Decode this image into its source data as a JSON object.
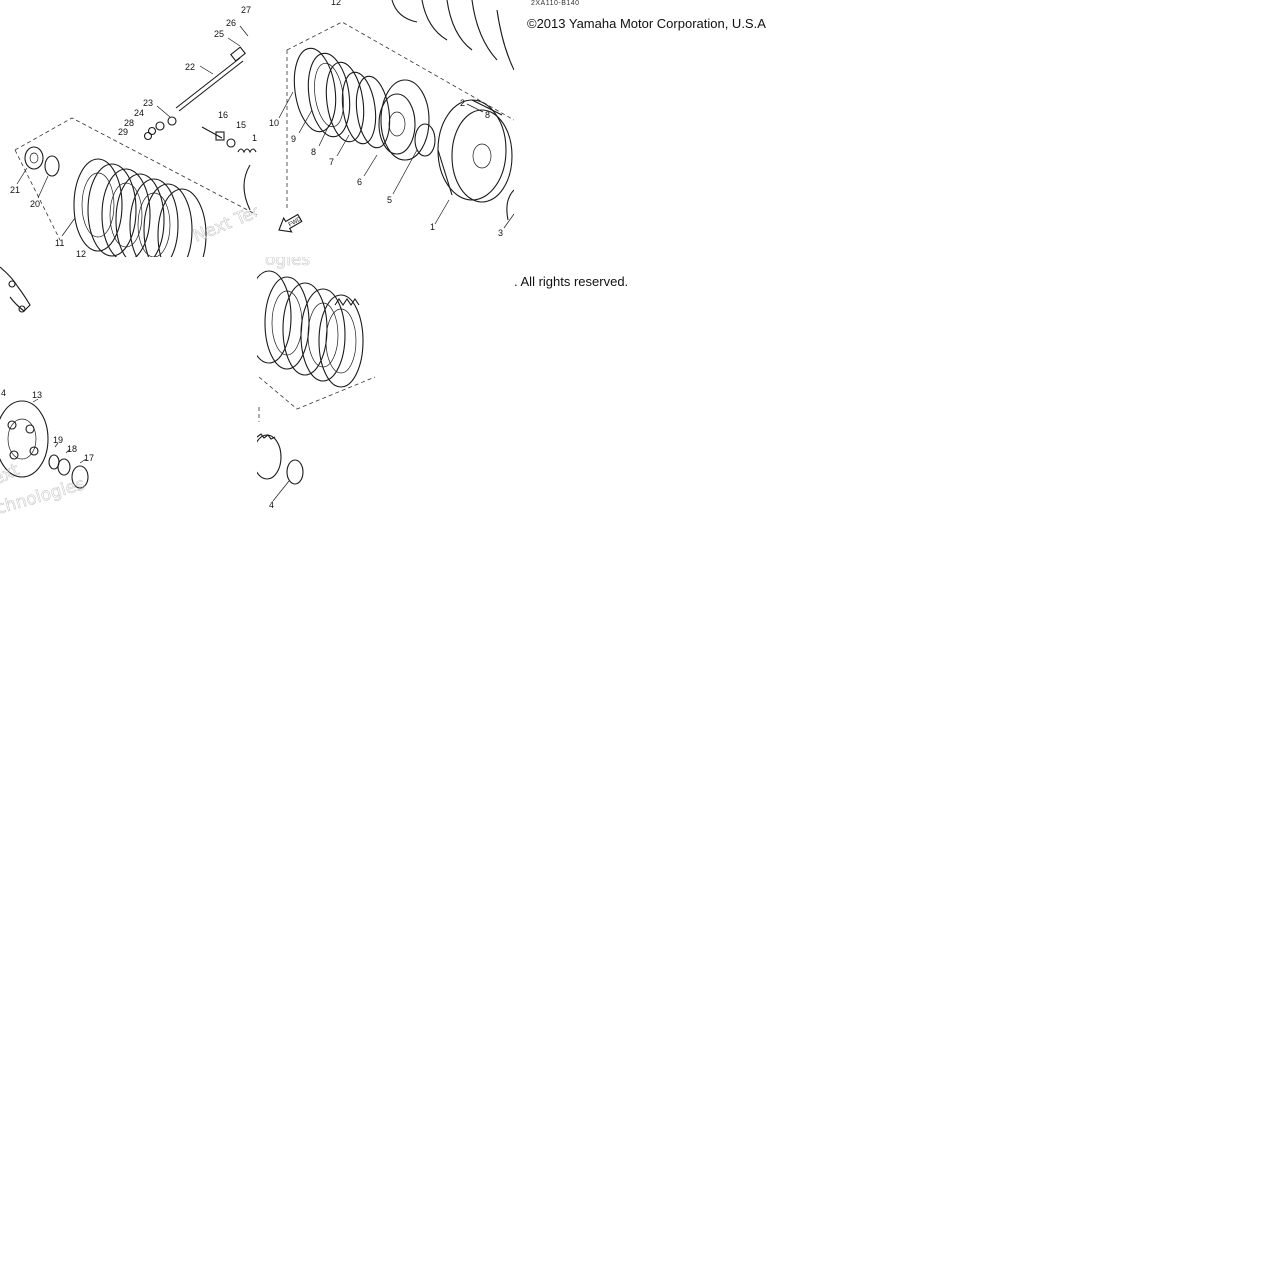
{
  "diagram": {
    "part_code": "2XA110-B140",
    "copyright": "©2013 Yamaha Motor Corporation, U.S.A",
    "rights": ". All rights reserved.",
    "watermark": {
      "tile_a": "Next Tec",
      "tile_c_1": "ext",
      "tile_c_2": "chnologies",
      "tile_d": "ogies"
    },
    "callouts": {
      "tile_a": [
        "27",
        "26",
        "25",
        "22",
        "23",
        "24",
        "28",
        "29",
        "16",
        "15",
        "1",
        "21",
        "20",
        "11",
        "12"
      ],
      "tile_b": [
        "12",
        "10",
        "9",
        "8",
        "7",
        "6",
        "5",
        "2",
        "8",
        "1",
        "3"
      ],
      "tile_c": [
        "4",
        "13",
        "19",
        "18",
        "17"
      ],
      "tile_d": [
        "4"
      ]
    },
    "icons": {
      "fwd_arrow": "fwd-arrow-icon"
    }
  }
}
